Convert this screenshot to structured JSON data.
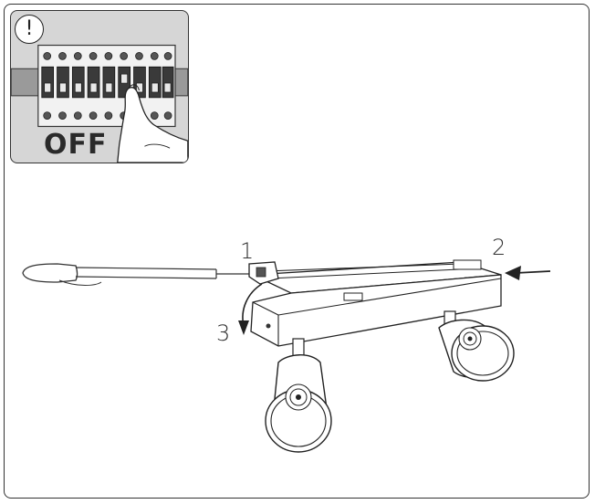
{
  "warning": {
    "symbol": "!",
    "icon": "exclamation-circle-icon"
  },
  "inset": {
    "label": "OFF",
    "icon": "circuit-breaker-icon"
  },
  "steps": [
    {
      "label": "1"
    },
    {
      "label": "2"
    },
    {
      "label": "3"
    }
  ]
}
